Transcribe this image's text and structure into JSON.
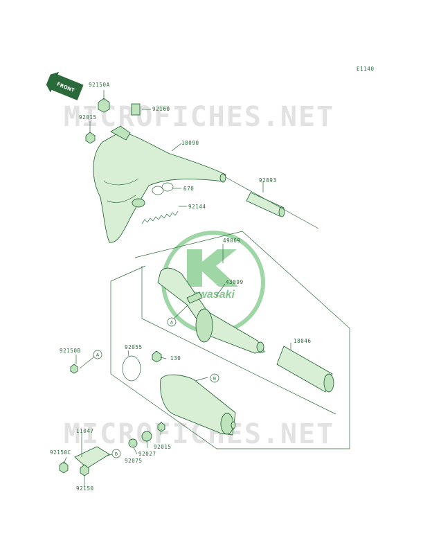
{
  "code": "E1140",
  "front_label": "FRONT",
  "watermark": "MICROFICHES.NET",
  "logo_text": "Kawasaki",
  "colors": {
    "ink": "#2a6a3a",
    "part_fill": "#d8efd6",
    "logo": "#7fc78a",
    "watermark": "#e2e2e2"
  },
  "part_labels": {
    "p92150A": "92150A",
    "p92160": "92160",
    "p92015a": "92015",
    "p18090": "18090",
    "p670": "670",
    "p92093": "92093",
    "p92144": "92144",
    "p49069": "49069",
    "p43099": "43099",
    "p18046": "18046",
    "p92150B": "92150B",
    "p92055": "92055",
    "p130": "130",
    "p11047": "11047",
    "p92150C": "92150C",
    "p92075": "92075",
    "p92027": "92027",
    "p92015b": "92015",
    "p92150": "92150"
  },
  "callouts": {
    "a1": "A",
    "a2": "A",
    "b1": "B",
    "b2": "B"
  }
}
